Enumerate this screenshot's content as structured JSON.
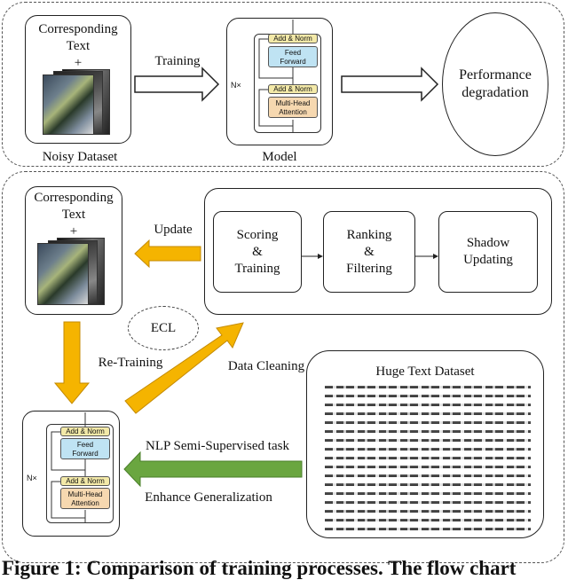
{
  "top_panel": {
    "dataset_title": "Corresponding\nText\n+",
    "dataset_label": "Noisy Dataset",
    "training_label": "Training",
    "model_label": "Model",
    "performance_label": "Performance\ndegradation"
  },
  "transformer": {
    "add_norm": "Add & Norm",
    "feed_forward": "Feed\nForward",
    "multi_head": "Multi-Head\nAttention",
    "nx": "N×"
  },
  "bottom_panel": {
    "dataset_title": "Corresponding\nText\n+",
    "update_label": "Update",
    "scoring": "Scoring\n&\nTraining",
    "ranking": "Ranking\n&\nFiltering",
    "shadow": "Shadow\nUpdating",
    "ecl": "ECL",
    "retraining_label": "Re-Training",
    "data_cleaning_label": "Data Cleaning",
    "huge_text_title": "Huge Text Dataset",
    "nlp_label": "NLP Semi-Supervised task",
    "generalization_label": "Enhance Generalization"
  },
  "caption": "Figure 1: Comparison of training processes. The flow chart"
}
